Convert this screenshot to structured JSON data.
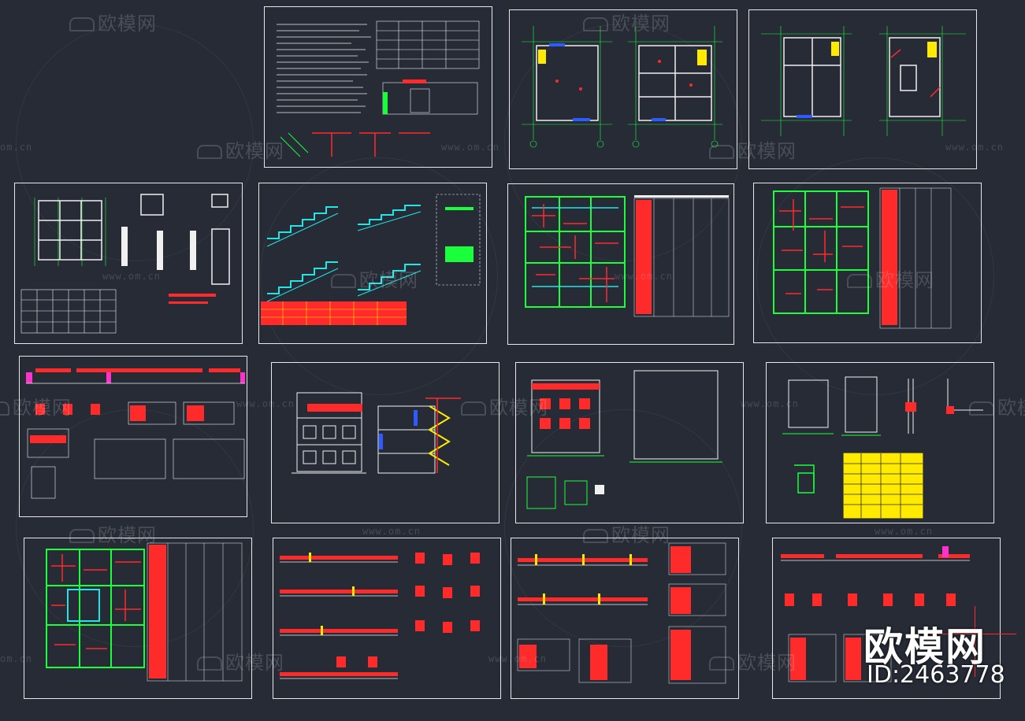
{
  "watermark": {
    "brand": "欧模网",
    "url": "www.om.cn",
    "url_partial": "om.cn"
  },
  "stamp": {
    "brand": "欧模网",
    "id": "ID:2463778"
  },
  "colors": {
    "background": "#262b36",
    "sheet_border": "#e8e8e8",
    "cad_white": "#f0f0f0",
    "cad_green": "#1aff3c",
    "cad_red": "#ff2a2a",
    "cad_cyan": "#22e6e6",
    "cad_yellow": "#ffea00",
    "cad_magenta": "#ff33cc",
    "cad_blue": "#2e5bff"
  },
  "sheets": [
    {
      "id": "design-notes"
    },
    {
      "id": "floor-plan-1-2"
    },
    {
      "id": "floor-plan-3-roof"
    },
    {
      "id": "foundation-plan"
    },
    {
      "id": "stair-details"
    },
    {
      "id": "beam-reinforcement-1"
    },
    {
      "id": "beam-reinforcement-2"
    },
    {
      "id": "beam-sections"
    },
    {
      "id": "elevation-section"
    },
    {
      "id": "elevations"
    },
    {
      "id": "node-details"
    },
    {
      "id": "beam-reinforcement-3"
    },
    {
      "id": "beam-elevations-a"
    },
    {
      "id": "beam-elevations-b"
    },
    {
      "id": "beam-elevations-c"
    }
  ]
}
